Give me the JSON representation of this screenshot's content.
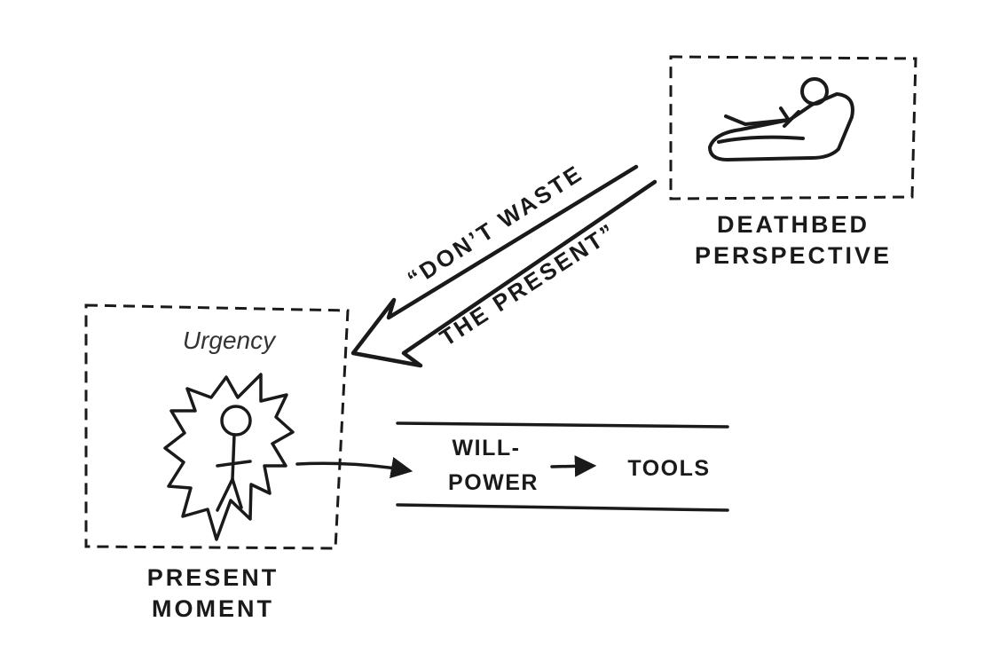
{
  "deathbed_box": {
    "label_line1": "DEATHBED",
    "label_line2": "PERSPECTIVE"
  },
  "arrow_message": {
    "line1": "“DON’T WASTE",
    "line2": "THE PRESENT”"
  },
  "present_box": {
    "emotion": "Urgency",
    "label_line1": "PRESENT",
    "label_line2": "MOMENT"
  },
  "flow": {
    "step1_line1": "WILL-",
    "step1_line2": "POWER",
    "step2": "TOOLS"
  },
  "colors": {
    "ink": "#1a1a1a",
    "background": "#ffffff"
  }
}
